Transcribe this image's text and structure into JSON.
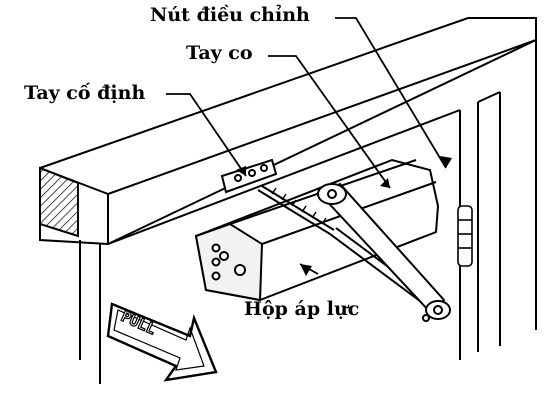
{
  "labels": {
    "adjust_knob": "Nút điều chỉnh",
    "swing_arm": "Tay co",
    "fixed_arm": "Tay cố định",
    "pressure_box": "Hộp áp lực"
  },
  "sign": {
    "text": "PULL"
  },
  "colors": {
    "ink": "#000000",
    "paper": "#ffffff",
    "shade": "#e8e8e8"
  }
}
